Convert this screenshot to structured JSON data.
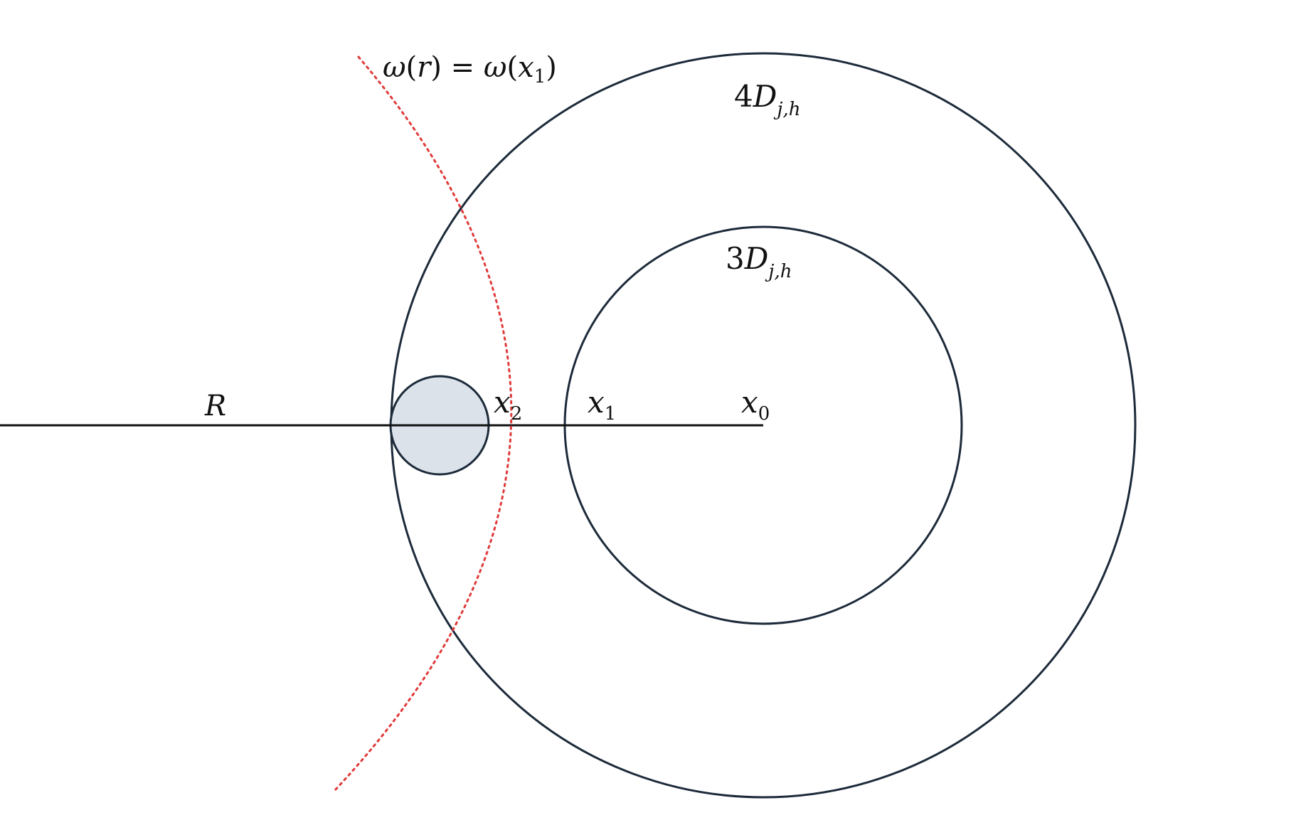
{
  "labels": {
    "level_set": {
      "omega": "ω",
      "open1": "(",
      "r": "r",
      "close1": ")",
      "eq": " = ",
      "omega2": "ω",
      "open2": "(",
      "x": "x",
      "sub": "1",
      "close2": ")"
    },
    "outer_ball": {
      "coef": "4",
      "D": "D",
      "sub": "j,h"
    },
    "inner_ball": {
      "coef": "3",
      "D": "D",
      "sub": "j,h"
    },
    "R": "R",
    "x2": {
      "x": "x",
      "sub": "2"
    },
    "x1": {
      "x": "x",
      "sub": "1"
    },
    "x0": {
      "x": "x",
      "sub": "0"
    }
  },
  "colors": {
    "stroke": "#1c2a3a",
    "level_set": "#e03a3a",
    "small_ball_fill": "#dbe2ea"
  }
}
